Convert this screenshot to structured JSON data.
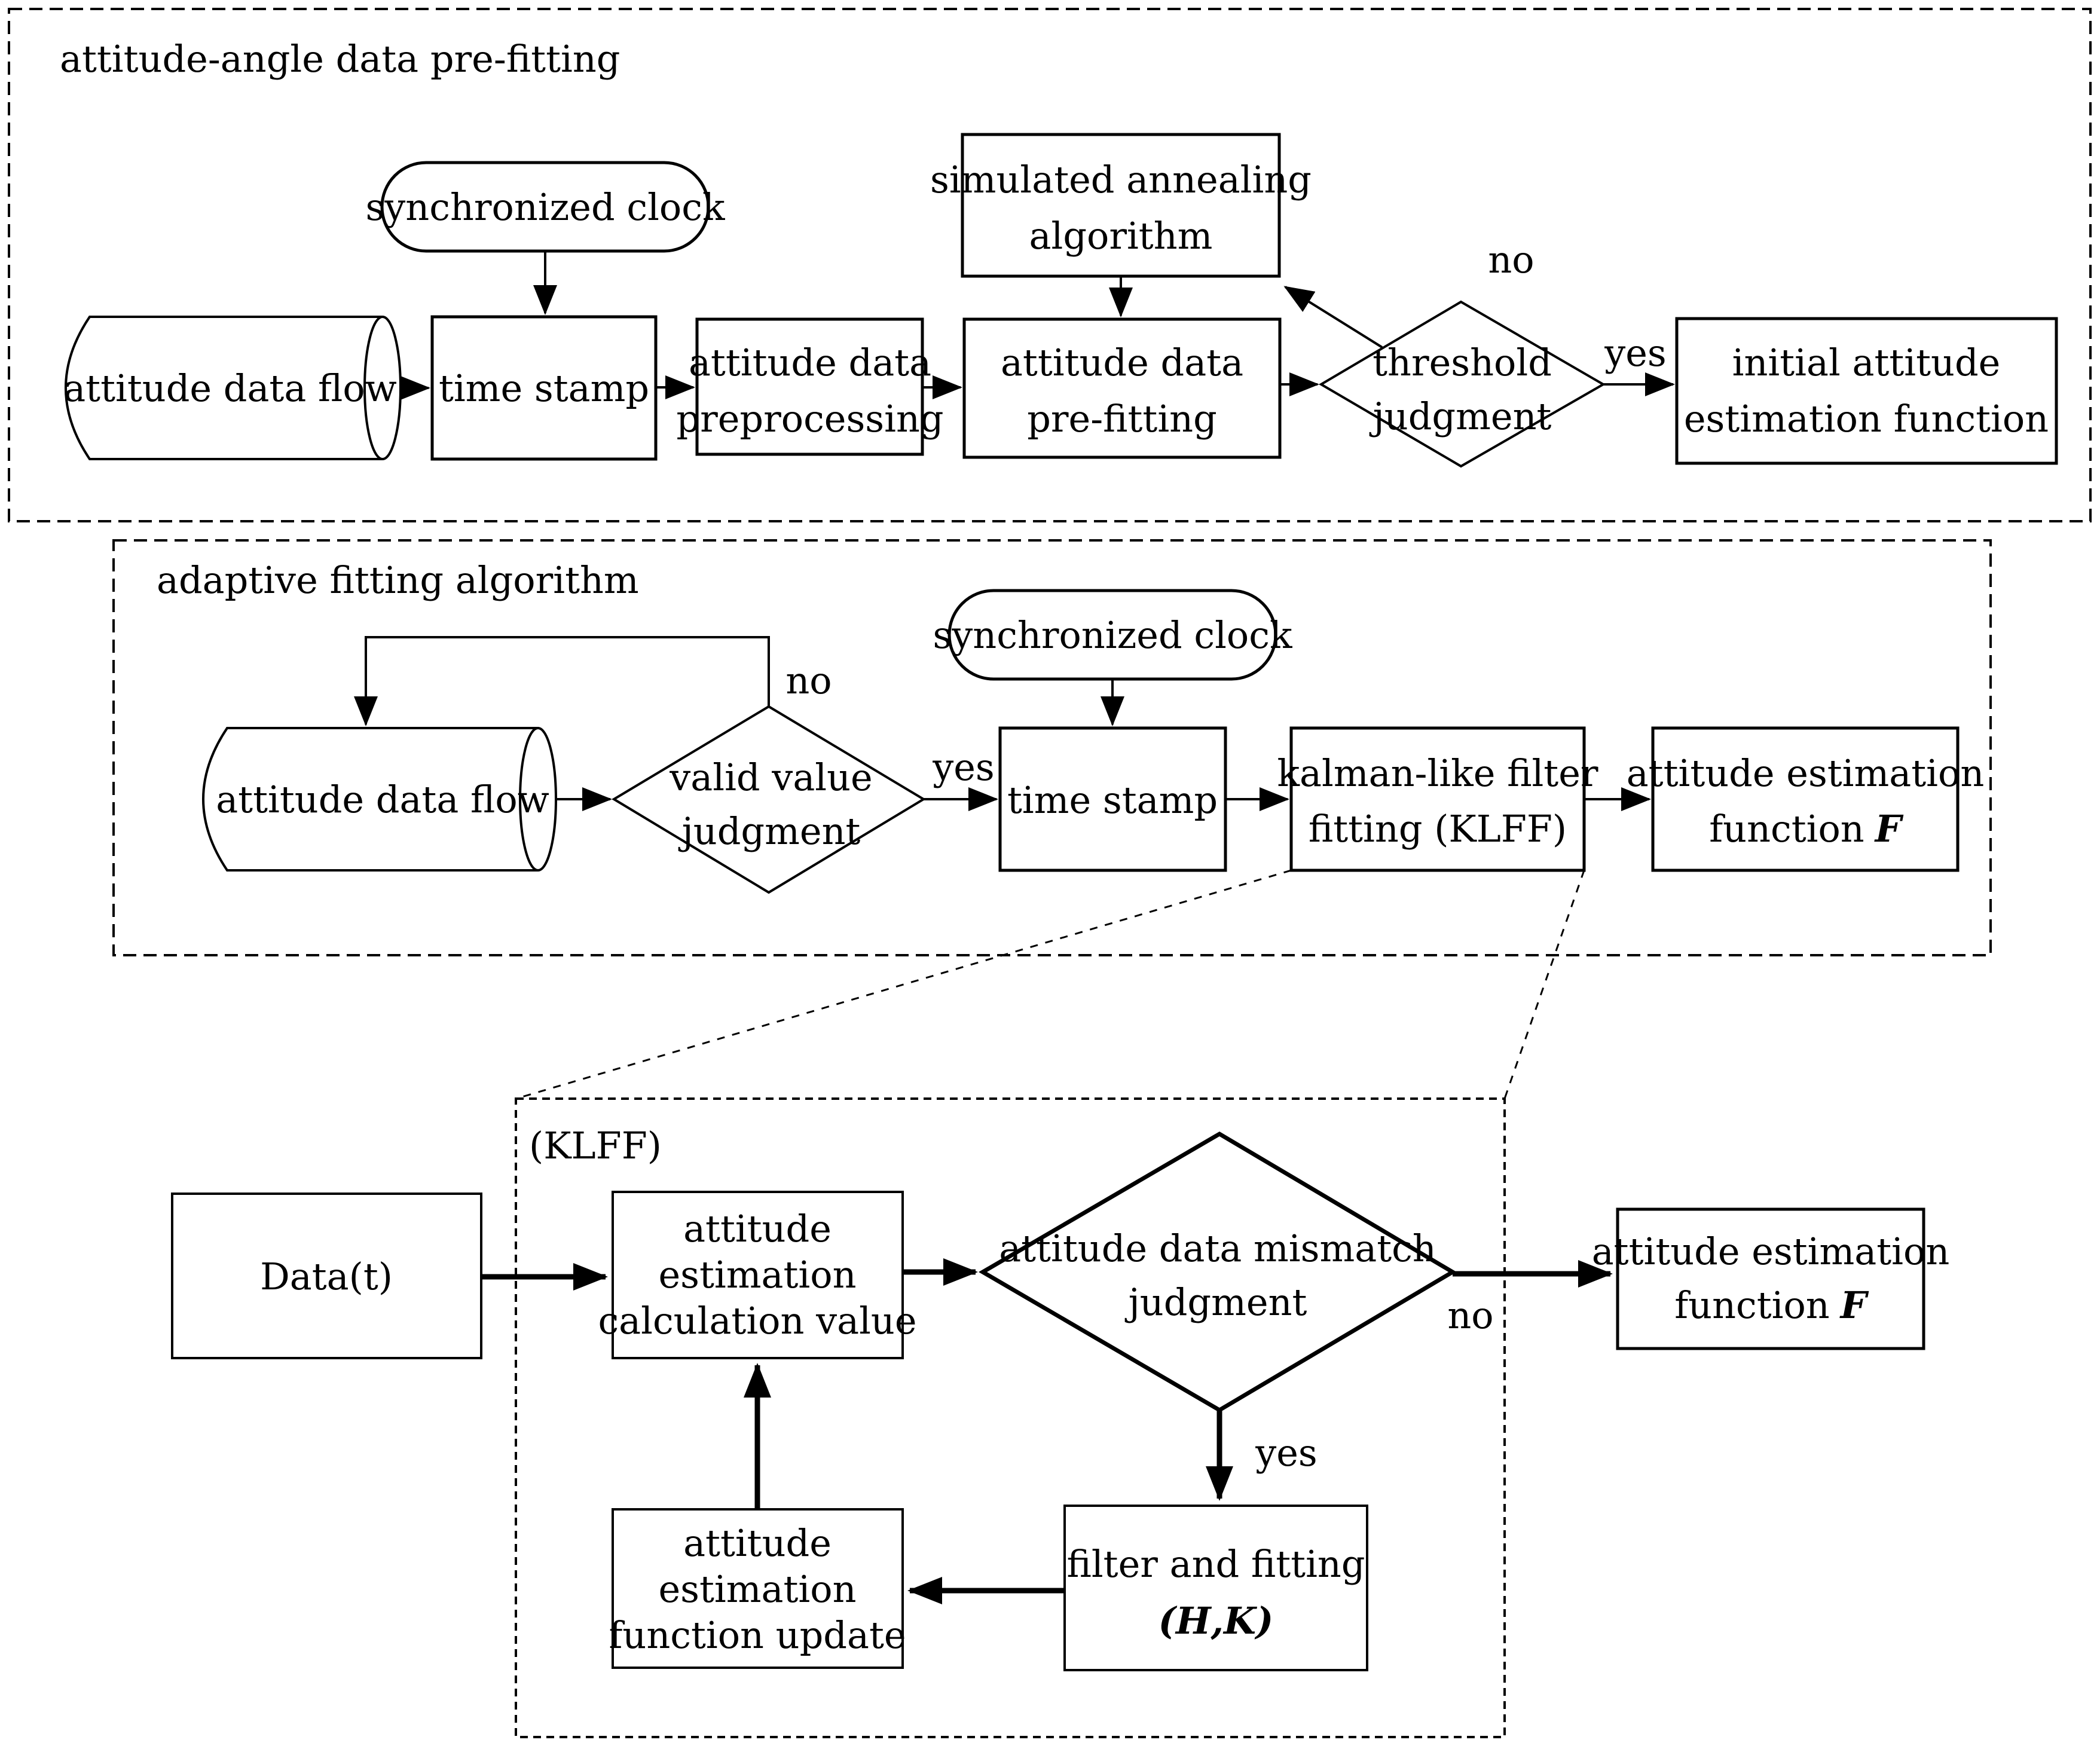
{
  "colors": {
    "line": "#000000",
    "background": "#ffffff"
  },
  "sections": {
    "prefitting": {
      "title": "attitude-angle data pre-fitting",
      "clock": "synchronized clock",
      "dataflow": "attitude data flow",
      "timestamp": "time stamp",
      "preprocessing": [
        "attitude data",
        "preprocessing"
      ],
      "prefit": [
        "attitude data",
        "pre-fitting"
      ],
      "annealing": [
        "simulated annealing",
        "algorithm"
      ],
      "threshold": [
        "threshold",
        "judgment"
      ],
      "initial": [
        "initial attitude",
        "estimation function"
      ],
      "label_no": "no",
      "label_yes": "yes"
    },
    "adaptive": {
      "title": "adaptive fitting algorithm",
      "dataflow": "attitude data flow",
      "valid": [
        "valid value",
        "judgment"
      ],
      "clock": "synchronized clock",
      "timestamp": "time stamp",
      "klff": [
        "kalman-like filter",
        "fitting (KLFF)"
      ],
      "estimation": [
        "attitude estimation",
        "function"
      ],
      "estimation_emph": "F",
      "label_no": "no",
      "label_yes": "yes"
    },
    "klff": {
      "title": "(KLFF)",
      "data_input": "Data(t)",
      "calc": [
        "attitude",
        "estimation",
        "calculation value"
      ],
      "mismatch": [
        "attitude data mismatch",
        "judgment"
      ],
      "estimation": [
        "attitude estimation",
        "function"
      ],
      "estimation_emph": "F",
      "filter": [
        "filter and fitting"
      ],
      "filter_emph": "(H,K)",
      "update": [
        "attitude",
        "estimation",
        "function update"
      ],
      "label_no": "no",
      "label_yes": "yes"
    }
  }
}
